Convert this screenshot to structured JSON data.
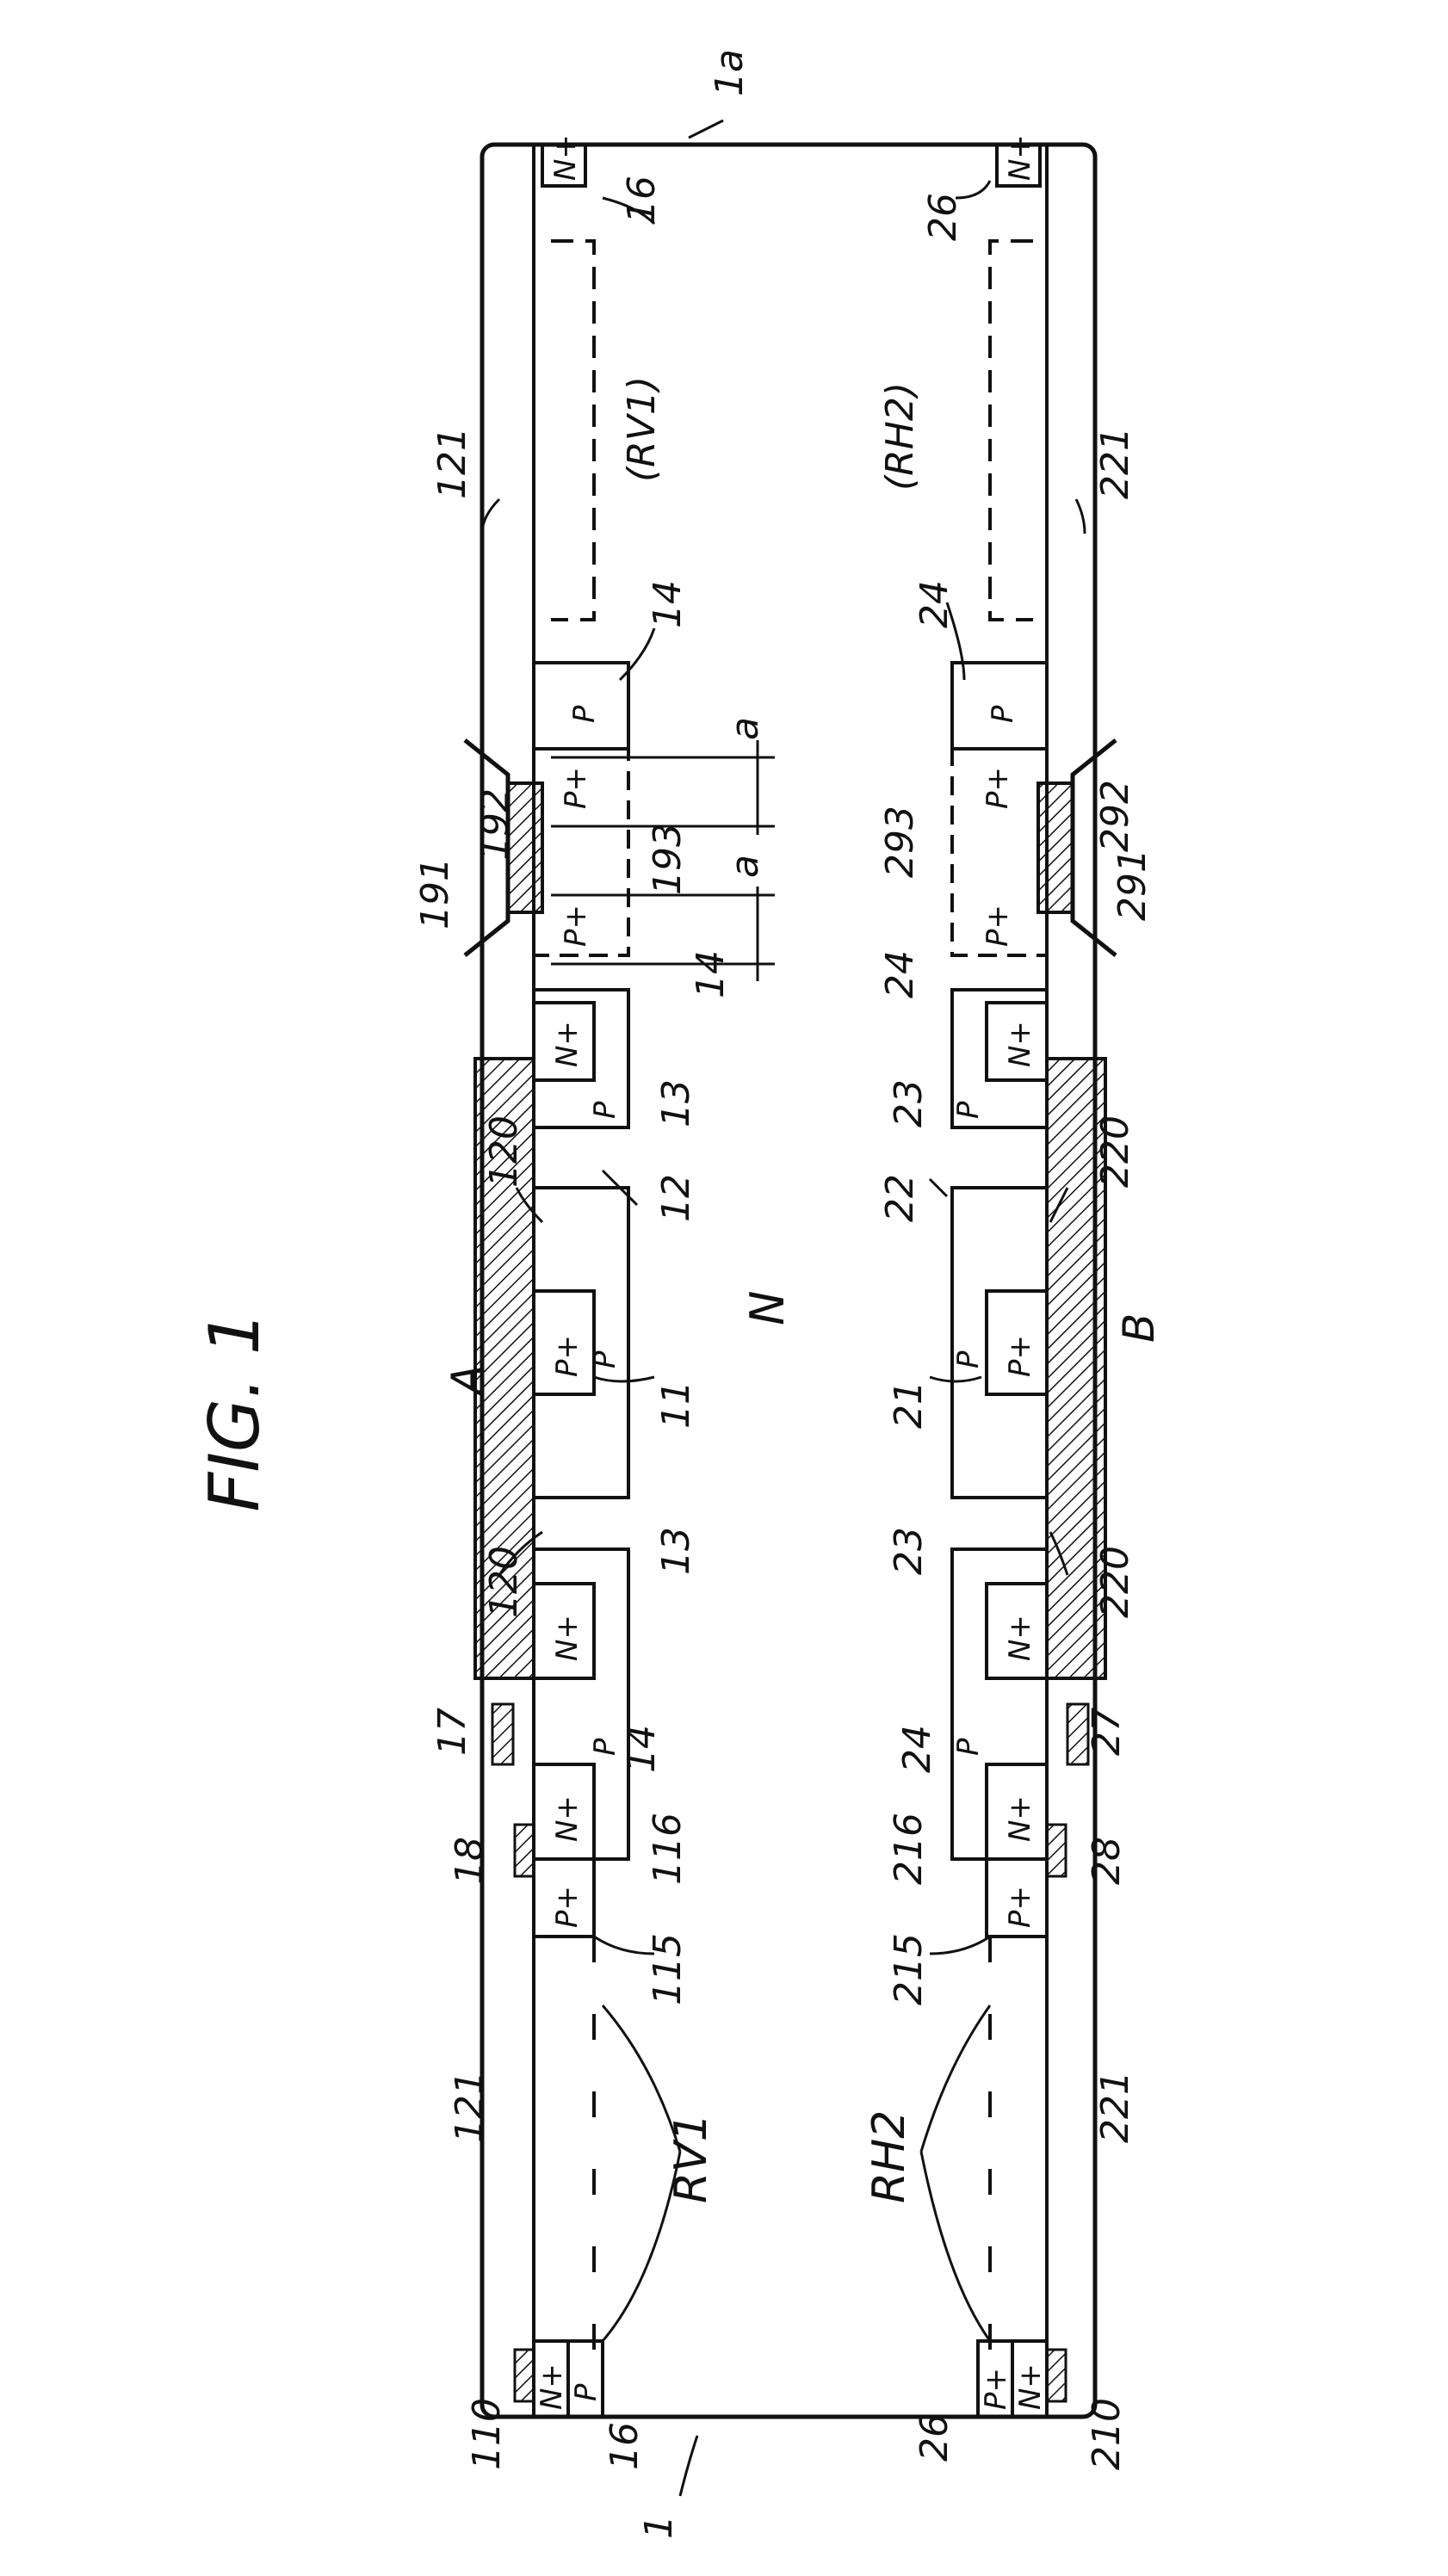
{
  "figure": {
    "title": "FIG. 1",
    "labels": {
      "1a": "1a",
      "1": "1",
      "N": "N",
      "A": "A",
      "B": "B",
      "n121": "121",
      "n221": "221",
      "n16": "16",
      "n26": "26",
      "n14": "14",
      "n24": "24",
      "n13": "13",
      "n23": "23",
      "n12": "12",
      "n22": "22",
      "n11": "11",
      "n21": "21",
      "n120": "120",
      "n220": "220",
      "n17": "17",
      "n27": "27",
      "n18": "18",
      "n28": "28",
      "n116": "116",
      "n216": "216",
      "n115": "115",
      "n215": "215",
      "n110": "110",
      "n210": "210",
      "n191": "191",
      "n192": "192",
      "n193": "193",
      "n291": "291",
      "n292": "292",
      "n293": "293",
      "a": "a",
      "RV1": "RV1",
      "RH2": "RH2",
      "RV1p": "(RV1)",
      "RH2p": "(RH2)",
      "Nplus": "N+",
      "Pplus": "P+",
      "P": "P"
    }
  }
}
